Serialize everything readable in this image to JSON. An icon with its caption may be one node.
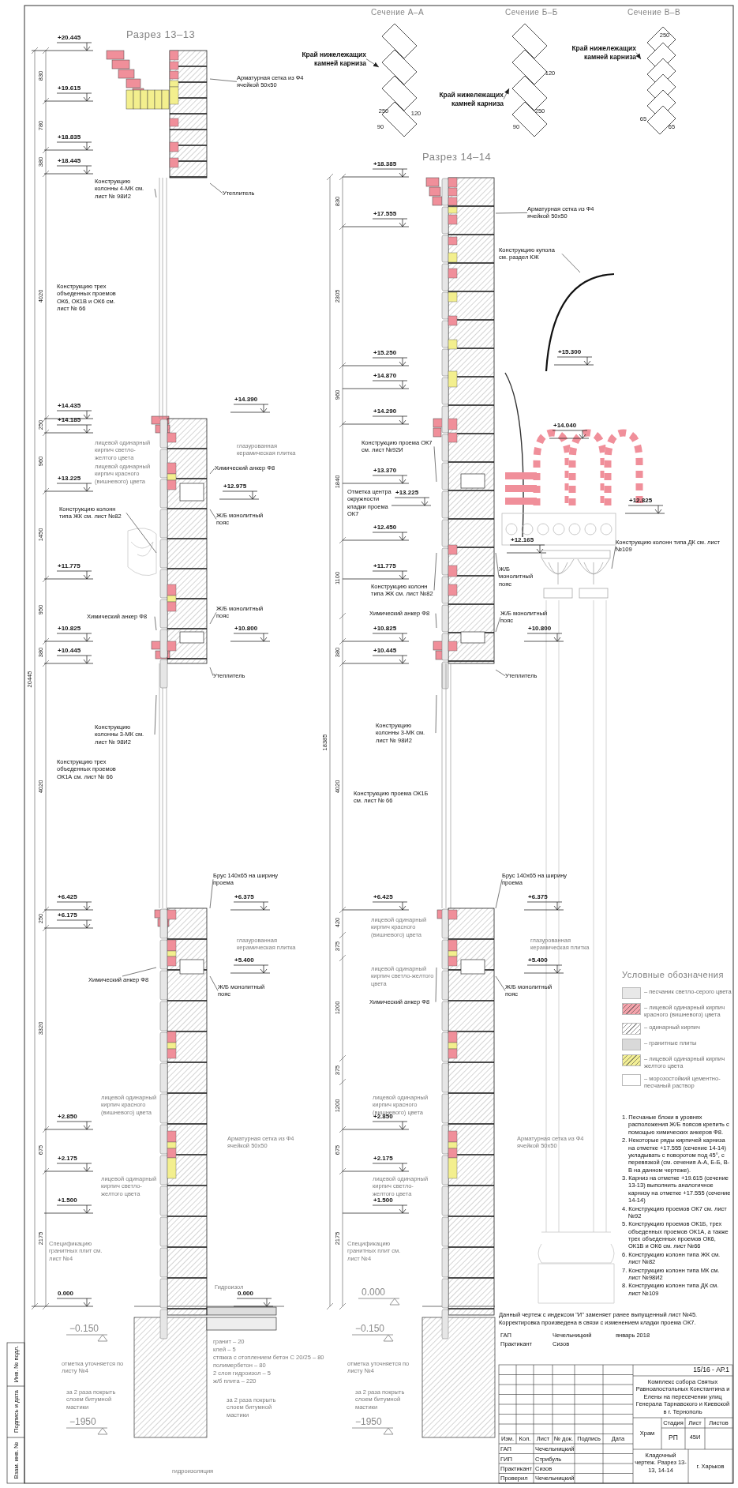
{
  "diagram": {
    "nodes": [
      {
        "text": [],
        "shape": "picture",
        "beside": [
          "Разрез 13–13"
        ]
      },
      {
        "text": [],
        "shape": "picture",
        "beside": [
          "Разрез 14–14"
        ]
      },
      {
        "text": [],
        "shape": "picture",
        "beside": [
          "Сечение А–А"
        ]
      },
      {
        "text": [],
        "shape": "picture",
        "beside": [
          "Сечение Б–Б"
        ]
      },
      {
        "text": [],
        "shape": "picture",
        "beside": [
          "Сечение В–В"
        ]
      },
      {
        "text": [],
        "shape": "picture"
      },
      {
        "text": [],
        "shape": "picture"
      },
      {
        "text": [
          "Край нижележащих камней карниза"
        ]
      },
      {
        "text": [
          "Край нижележащих камней карниза"
        ]
      },
      {
        "text": [
          "Край нижележащих камней карниза"
        ]
      },
      {
        "text": [
          "Арматурная сетка из Ф4 ячейкой 50x50"
        ]
      },
      {
        "text": [
          "Конструкцию колонны 4-МК см. лист № 98И2"
        ]
      },
      {
        "text": [
          "Утеплитель"
        ]
      },
      {
        "text": [
          "Конструкцию колонн типа ЖК см. лист №82"
        ]
      },
      {
        "text": [
          "Химический анкер Ф8"
        ]
      },
      {
        "text": [
          "Ж/Б монолитный пояс"
        ]
      },
      {
        "text": [
          "Химический анкер Ф8"
        ]
      },
      {
        "text": [
          "Ж/Б монолитный пояс"
        ]
      },
      {
        "text": [
          "Утеплитель"
        ]
      },
      {
        "text": [
          "Конструкцию колонны 3-МК см. лист № 98И2"
        ]
      },
      {
        "text": [
          "Брус 140x65 на ширину проема"
        ]
      },
      {
        "text": [
          "Химический анкер Ф8"
        ]
      },
      {
        "text": [
          "Ж/Б монолитный пояс"
        ]
      },
      {
        "text": [
          "Арматурная сетка из Ф4 ячейкой 50x50"
        ]
      },
      {
        "text": [
          "Конструкцию купола см. раздел КЖ"
        ]
      },
      {
        "text": [
          "Конструкцию проема ОК7 см. лист №92И"
        ]
      },
      {
        "text": [
          "Конструкцию колонн типа ДК см. лист №109"
        ]
      },
      {
        "text": [
          "Ж/Б монолитный пояс"
        ]
      },
      {
        "text": [
          "Конструкцию колонн типа ЖК см. лист №82"
        ]
      },
      {
        "text": [
          "Химический анкер Ф8"
        ]
      },
      {
        "text": [
          "Ж/Б монолитный пояс"
        ]
      },
      {
        "text": [
          "Утеплитель"
        ]
      },
      {
        "text": [
          "Конструкцию колонны 3-МК см. лист № 98И2"
        ]
      },
      {
        "text": [
          "Брус 140x65 на ширину проема"
        ]
      },
      {
        "text": [
          "Химический анкер Ф8"
        ]
      },
      {
        "text": [
          "Ж/Б монолитный пояс"
        ]
      }
    ],
    "edges": [
      {
        "from": 7,
        "to": 2,
        "arrow": "to"
      },
      {
        "from": 8,
        "to": 3,
        "arrow": "to"
      },
      {
        "from": 9,
        "to": 4,
        "arrow": "to"
      },
      {
        "from": 10,
        "to": 0,
        "arrow": "none"
      },
      {
        "from": 11,
        "to": 0,
        "arrow": "none"
      },
      {
        "from": 12,
        "to": 0,
        "arrow": "none"
      },
      {
        "from": 13,
        "to": 0,
        "arrow": "none"
      },
      {
        "from": 14,
        "to": 0,
        "arrow": "none"
      },
      {
        "from": 15,
        "to": 0,
        "arrow": "none"
      },
      {
        "from": 16,
        "to": 0,
        "arrow": "none"
      },
      {
        "from": 17,
        "to": 0,
        "arrow": "none"
      },
      {
        "from": 18,
        "to": 0,
        "arrow": "none"
      },
      {
        "from": 19,
        "to": 0,
        "arrow": "none"
      },
      {
        "from": 20,
        "to": 0,
        "arrow": "none"
      },
      {
        "from": 21,
        "to": 0,
        "arrow": "none"
      },
      {
        "from": 22,
        "to": 0,
        "arrow": "none"
      },
      {
        "from": 23,
        "to": 1,
        "arrow": "none"
      },
      {
        "from": 24,
        "to": 5,
        "arrow": "none"
      },
      {
        "from": 25,
        "to": 1,
        "arrow": "none"
      },
      {
        "from": 26,
        "to": 6,
        "arrow": "none"
      },
      {
        "from": 27,
        "to": 1,
        "arrow": "none"
      },
      {
        "from": 28,
        "to": 1,
        "arrow": "none"
      },
      {
        "from": 29,
        "to": 1,
        "arrow": "none"
      },
      {
        "from": 30,
        "to": 1,
        "arrow": "none"
      },
      {
        "from": 31,
        "to": 1,
        "arrow": "none"
      },
      {
        "from": 32,
        "to": 1,
        "arrow": "none"
      },
      {
        "from": 33,
        "to": 1,
        "arrow": "none"
      },
      {
        "from": 34,
        "to": 1,
        "arrow": "none"
      },
      {
        "from": 35,
        "to": 1,
        "arrow": "none"
      }
    ],
    "labels": [
      "250",
      "120",
      "90",
      "120",
      "250",
      "90",
      "250",
      "65",
      "65",
      "+20.445",
      "+19.615",
      "+18.835",
      "+18.445",
      "+14.435",
      "+14.185",
      "+13.225",
      "+11.775",
      "+10.825",
      "+10.445",
      "+6.425",
      "+6.175",
      "+2.850",
      "+2.175",
      "+1.500",
      "0.000",
      "−0.150",
      "−1950",
      "+14.390",
      "+12.975",
      "+10.800",
      "+6.375",
      "+5.400",
      "0.000",
      "830",
      "780",
      "380",
      "4020",
      "250",
      "960",
      "1450",
      "950",
      "380",
      "4020",
      "250",
      "3320",
      "675",
      "2175",
      "20445",
      "Конструкцию трех объеденных проемов ОК6, ОК1В и ОК6 см. лист № 66",
      "Конструкцию трех объеденных проемов ОК1А см. лист № 66",
      "лицевой одинарный кирпич светло-желтого цвета",
      "лицевой одинарный кирпич красного (вишневого) цвета",
      "глазурованная керамическая плитка",
      "глазурованная керамическая плитка",
      "лицевой одинарный кирпич красного (вишневого) цвета",
      "Арматурная сетка из Ф4 ячейкой 50x50",
      "лицевой одинарный кирпич светло-желтого цвета",
      "Спецификацию гранитных плит см. лист №4",
      "Гидроизол",
      "гранит – 20",
      "клей – 5",
      "стяжка с отоплением бетон С 20/25 – 80",
      "полимербетон – 80",
      "2 слоя гидроизол – 5",
      "ж/б плита – 220",
      "отметка уточняется по листу №4",
      "за 2 раза покрыть слоем битумной мастики",
      "за 2 раза покрыть слоем битумной мастики",
      "гидроизоляция",
      "+18.385",
      "+17.555",
      "+15.250",
      "+14.870",
      "+14.290",
      "+13.370",
      "+12.450",
      "+11.775",
      "+10.825",
      "+10.445",
      "+6.425",
      "+2.850",
      "+2.175",
      "+1.500",
      "0.000",
      "−0.150",
      "−1950",
      "+13.225",
      "+15.300",
      "+14.040",
      "+12.825",
      "+12.165",
      "+10.800",
      "+6.375",
      "+5.400",
      "830",
      "2305",
      "960",
      "1840",
      "1100",
      "380",
      "4020",
      "420",
      "375",
      "1200",
      "375",
      "1200",
      "675",
      "2175",
      "18385",
      "Отметка центра окружности кладки проема ОК7",
      "Конструкцию проема ОК1Б см. лист № 66",
      "лицевой одинарный кирпич красного (вишневого) цвета",
      "лицевой одинарный кирпич светло-желтого цвета",
      "глазурованная керамическая плитка",
      "лицевой одинарный кирпич красного (вишневого) цвета",
      "лицевой одинарный кирпич светло-желтого цвета",
      "Арматурная сетка из Ф4 ячейкой 50x50",
      "Спецификацию гранитных плит см. лист №4",
      "отметка уточняется по листу №4",
      "за 2 раза покрыть слоем битумной мастики",
      "Условные обозначения",
      "1. Песчаные блоки в уровнях расположения Ж/Б поясов крепить с помощью химических анкеров Ф8.",
      "2. Некоторые ряды кирпичей карниза на отметке +17.555 (сечение 14-14) укладывать с поворотом под 45°, с перевязкой (см. сечения А-А, Б-Б, В-В на данном чертеже).",
      "3. Карниз на отметке +19.615 (сечение 13-13) выполнить аналогичное карнизу на отметке +17.555 (сечение 14-14)",
      "4. Конструкцию проемов ОК7 см. лист №92",
      "5. Конструкцию проемов ОК1Б, трех объеденных проемов ОК1А, а также трех объеденных проемов ОК6, ОК1В и ОК6 см. лист №66",
      "6. Конструкцию колонн типа ЖК см. лист №82",
      "7. Конструкцию колонн типа МК см. лист №98И2",
      "8. Конструкцию колонн типа ДК см. лист №109",
      "Данный чертеж с индексом \"И\" заменяет ранее выпущенный лист №45. Корректировка произведена в связи с изменением кладки проема ОК7.",
      "ГАП",
      "Чечельницкий",
      "январь 2018",
      "Практикант",
      "Сизов",
      "Изм.",
      "Кол.",
      "Лист",
      "№ док.",
      "Подпись",
      "Дата",
      "ГАП",
      "Чечельницкий",
      "ГИП",
      "Стрибуль",
      "Практикант",
      "Сизов",
      "Проверил",
      "Чечельницкий",
      "15/16 - АР.1",
      "Комплекс собора Святых Равноапостольных Константина и Елены на пересечении улиц Генерала Тарнавского и Киевской в г. Тернополь",
      "Храм",
      "Стадия",
      "Лист",
      "Листов",
      "РП",
      "45И",
      "Кладочный чертеж. Разрез 13-13, 14-14",
      "г. Харьков",
      "Инв. № подл.",
      "Подпись и дата",
      "Взам. инв. №"
    ],
    "legend": [
      {
        "text": "– песчаник светло-серого цвета",
        "color": "#e8e8e8"
      },
      {
        "text": "– лицевой одинарный кирпич красного (вишневого) цвета",
        "color": "#f4a3ab"
      },
      {
        "text": "– одинарный кирпич"
      },
      {
        "text": "– гранитные плиты",
        "color": "#d9d9d9"
      },
      {
        "text": "– лицевой одинарный кирпич желтого цвета",
        "color": "#f3ef95"
      },
      {
        "text": "– морозостойкий цементно-песчаный раствор",
        "color": "#ffffff"
      }
    ]
  }
}
